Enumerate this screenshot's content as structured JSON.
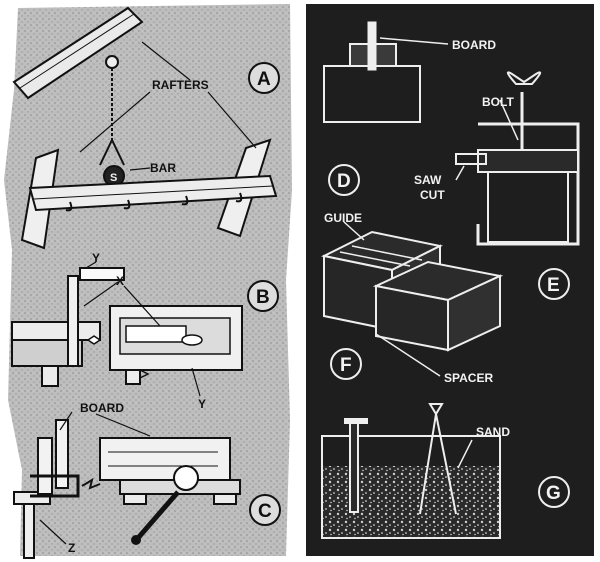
{
  "left_panel": {
    "labels": {
      "rafters": "RAFTERS",
      "bar": "BAR",
      "bar_mark": "S",
      "y_top": "Y",
      "x": "X",
      "y_bottom": "Y",
      "board": "BOARD",
      "z": "Z"
    },
    "markers": [
      "A",
      "B",
      "C"
    ]
  },
  "right_panel": {
    "labels": {
      "board": "BOARD",
      "bolt": "BOLT",
      "saw": "SAW",
      "cut": "CUT",
      "guide": "GUIDE",
      "spacer": "SPACER",
      "sand": "SAND"
    },
    "markers": [
      "D",
      "E",
      "F",
      "G"
    ]
  },
  "colors": {
    "left_background": "#b9b9b9",
    "right_background": "#1e1e1e",
    "line_dark": "#111111",
    "line_light": "#eeeeee"
  }
}
